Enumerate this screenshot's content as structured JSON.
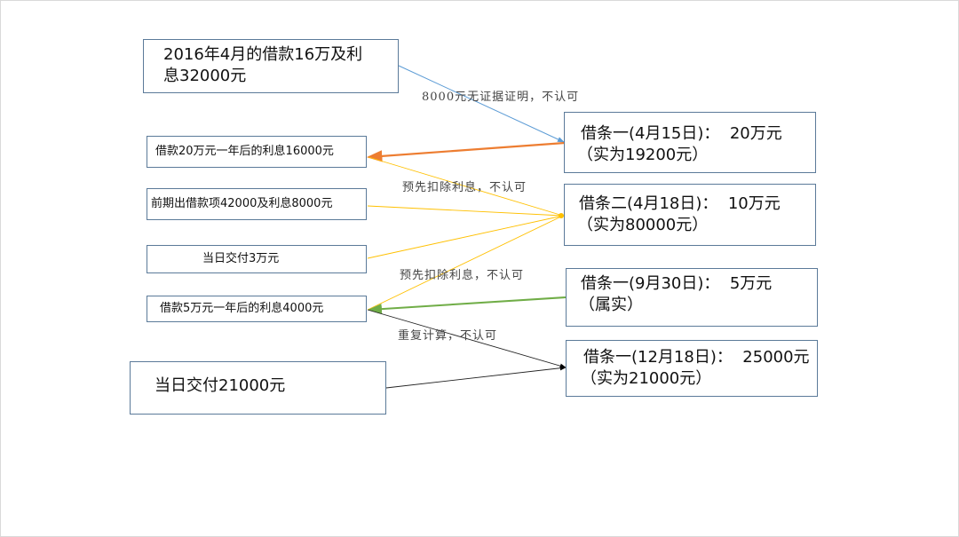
{
  "diagram": {
    "left_boxes": [
      {
        "id": "loan-2016-04",
        "lines": [
          "2016年4月的借款16万及利",
          "息32000元"
        ]
      },
      {
        "id": "interest-20wan",
        "lines": [
          "借款20万元一年后的利息16000元"
        ]
      },
      {
        "id": "prior-loan",
        "lines": [
          "前期出借款项42000及利息8000元"
        ]
      },
      {
        "id": "same-day-3wan",
        "lines": [
          "当日交付3万元"
        ]
      },
      {
        "id": "interest-5wan",
        "lines": [
          "借款5万元一年后的利息4000元"
        ]
      },
      {
        "id": "same-day-21000",
        "lines": [
          "当日交付21000元"
        ]
      }
    ],
    "right_boxes": [
      {
        "id": "iou-0415",
        "lines": [
          "借条一(4月15日)：  20万元",
          "（实为19200元）"
        ]
      },
      {
        "id": "iou-0418",
        "lines": [
          "借条二(4月18日)：  10万元",
          "（实为80000元）"
        ]
      },
      {
        "id": "iou-0930",
        "lines": [
          "借条一(9月30日)：  5万元",
          "（属实）"
        ]
      },
      {
        "id": "iou-1218",
        "lines": [
          "借条一(12月18日)：  25000元",
          "（实为21000元）"
        ]
      }
    ],
    "edge_labels": [
      "8000元无证据证明，不认可",
      "预先扣除利息，不认可",
      "预先扣除利息，不认可",
      "重复计算，不认可"
    ],
    "edges": [
      {
        "from": "loan-2016-04",
        "to": "iou-0415",
        "color": "#5b9bd5",
        "note": "8000元无证据证明，不认可"
      },
      {
        "from": "iou-0415",
        "to": "interest-20wan",
        "color": "#ed7d31"
      },
      {
        "from": "interest-20wan",
        "to": "iou-0418",
        "color": "#ffc000"
      },
      {
        "from": "prior-loan",
        "to": "iou-0418",
        "color": "#ffc000"
      },
      {
        "from": "same-day-3wan",
        "to": "iou-0418",
        "color": "#ffc000"
      },
      {
        "from": "interest-5wan",
        "to": "iou-0418",
        "color": "#ffc000"
      },
      {
        "from": "iou-0930",
        "to": "interest-5wan",
        "color": "#70ad47"
      },
      {
        "from": "interest-5wan",
        "to": "iou-1218",
        "color": "#000000",
        "note": "重复计算，不认可"
      },
      {
        "from": "same-day-21000",
        "to": "iou-1218",
        "color": "#000000"
      }
    ]
  }
}
